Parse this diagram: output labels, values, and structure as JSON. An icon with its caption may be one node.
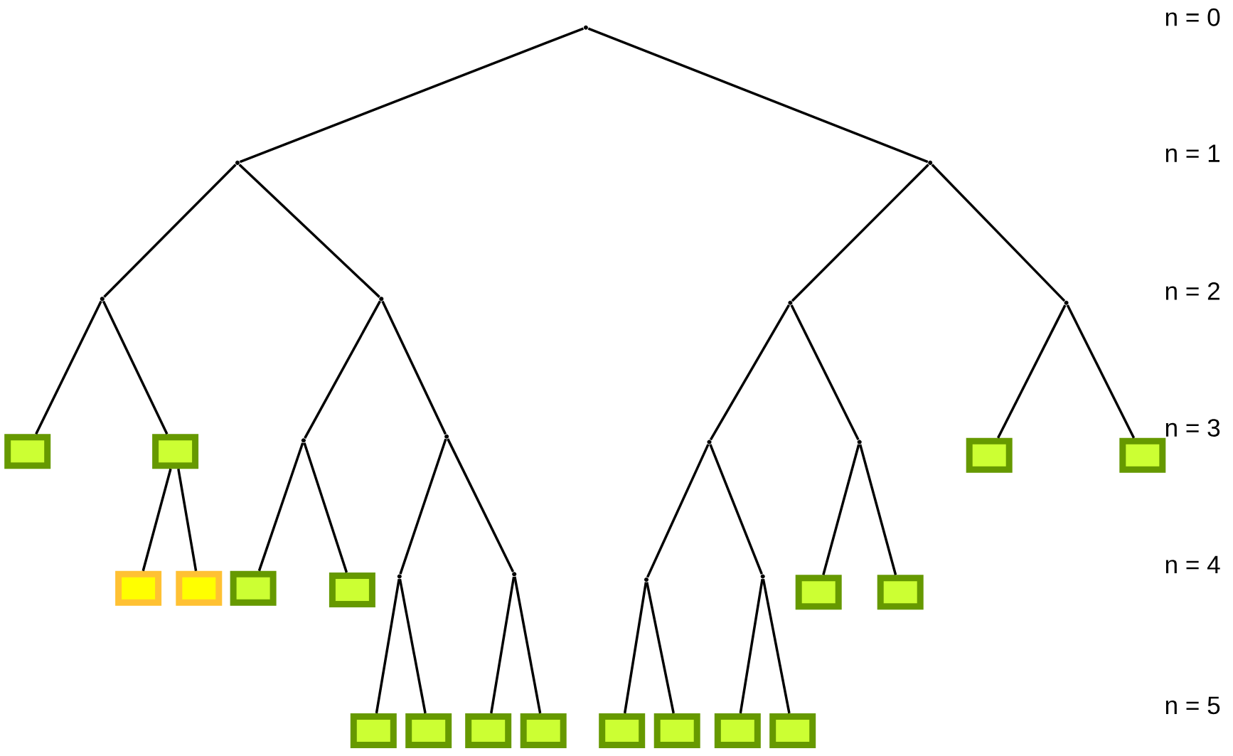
{
  "diagram": {
    "nodes": [
      {
        "text": [],
        "shape": "point"
      },
      {
        "text": [],
        "shape": "point"
      },
      {
        "text": [],
        "shape": "point"
      },
      {
        "text": [],
        "shape": "point"
      },
      {
        "text": [],
        "shape": "point"
      },
      {
        "text": [],
        "shape": "point"
      },
      {
        "text": [],
        "shape": "point"
      },
      {
        "text": [],
        "shape": "box"
      },
      {
        "text": [],
        "shape": "box"
      },
      {
        "text": [],
        "shape": "point"
      },
      {
        "text": [],
        "shape": "point"
      },
      {
        "text": [],
        "shape": "point"
      },
      {
        "text": [],
        "shape": "point"
      },
      {
        "text": [],
        "shape": "box"
      },
      {
        "text": [],
        "shape": "box"
      },
      {
        "text": [],
        "shape": "box"
      },
      {
        "text": [],
        "shape": "box"
      },
      {
        "text": [],
        "shape": "box"
      },
      {
        "text": [],
        "shape": "box"
      },
      {
        "text": [],
        "shape": "point"
      },
      {
        "text": [],
        "shape": "point"
      },
      {
        "text": [],
        "shape": "point"
      },
      {
        "text": [],
        "shape": "point"
      },
      {
        "text": [],
        "shape": "box"
      },
      {
        "text": [],
        "shape": "box"
      },
      {
        "text": [],
        "shape": "box"
      },
      {
        "text": [],
        "shape": "box"
      },
      {
        "text": [],
        "shape": "box"
      },
      {
        "text": [],
        "shape": "box"
      },
      {
        "text": [],
        "shape": "box"
      },
      {
        "text": [],
        "shape": "box"
      },
      {
        "text": [],
        "shape": "box"
      },
      {
        "text": [],
        "shape": "box"
      }
    ],
    "edges": [
      {
        "from": 0,
        "to": 1,
        "arrow": "none"
      },
      {
        "from": 0,
        "to": 2,
        "arrow": "none"
      },
      {
        "from": 1,
        "to": 3,
        "arrow": "none"
      },
      {
        "from": 1,
        "to": 4,
        "arrow": "none"
      },
      {
        "from": 2,
        "to": 5,
        "arrow": "none"
      },
      {
        "from": 2,
        "to": 6,
        "arrow": "none"
      },
      {
        "from": 3,
        "to": 7,
        "arrow": "none"
      },
      {
        "from": 3,
        "to": 8,
        "arrow": "none"
      },
      {
        "from": 4,
        "to": 9,
        "arrow": "none"
      },
      {
        "from": 4,
        "to": 10,
        "arrow": "none"
      },
      {
        "from": 5,
        "to": 11,
        "arrow": "none"
      },
      {
        "from": 5,
        "to": 12,
        "arrow": "none"
      },
      {
        "from": 6,
        "to": 13,
        "arrow": "none"
      },
      {
        "from": 6,
        "to": 14,
        "arrow": "none"
      },
      {
        "from": 8,
        "to": 15,
        "arrow": "none"
      },
      {
        "from": 8,
        "to": 16,
        "arrow": "none"
      },
      {
        "from": 9,
        "to": 17,
        "arrow": "none"
      },
      {
        "from": 9,
        "to": 18,
        "arrow": "none"
      },
      {
        "from": 10,
        "to": 19,
        "arrow": "none"
      },
      {
        "from": 10,
        "to": 20,
        "arrow": "none"
      },
      {
        "from": 11,
        "to": 21,
        "arrow": "none"
      },
      {
        "from": 11,
        "to": 22,
        "arrow": "none"
      },
      {
        "from": 12,
        "to": 23,
        "arrow": "none"
      },
      {
        "from": 12,
        "to": 24,
        "arrow": "none"
      },
      {
        "from": 19,
        "to": 25,
        "arrow": "none"
      },
      {
        "from": 19,
        "to": 26,
        "arrow": "none"
      },
      {
        "from": 20,
        "to": 27,
        "arrow": "none"
      },
      {
        "from": 20,
        "to": 28,
        "arrow": "none"
      },
      {
        "from": 21,
        "to": 29,
        "arrow": "none"
      },
      {
        "from": 21,
        "to": 30,
        "arrow": "none"
      },
      {
        "from": 22,
        "to": 31,
        "arrow": "none"
      },
      {
        "from": 22,
        "to": 32,
        "arrow": "none"
      }
    ],
    "labels": [
      "n = 0",
      "n = 1",
      "n = 2",
      "n = 3",
      "n = 4",
      "n = 5"
    ]
  }
}
